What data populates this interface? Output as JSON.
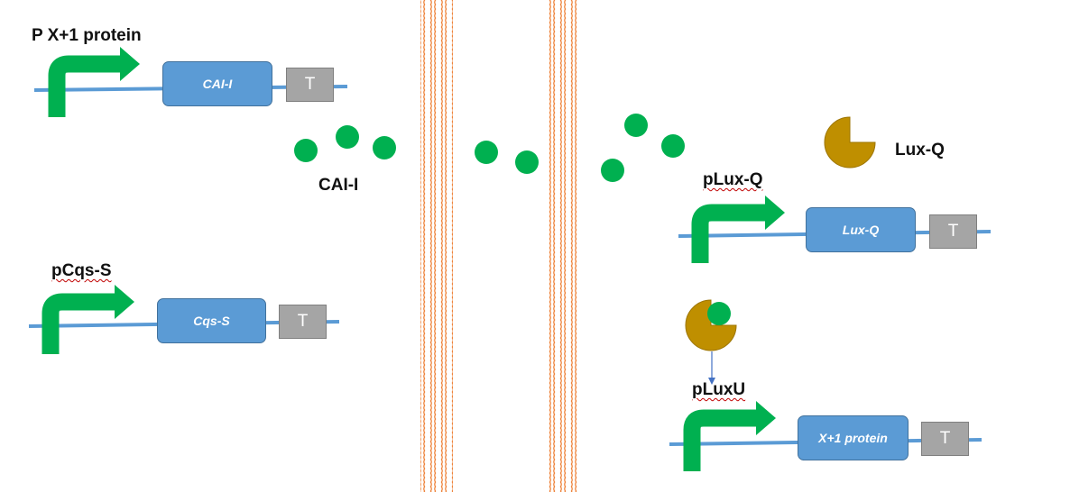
{
  "colors": {
    "dna_line": "#5b9bd5",
    "promoter_arrow": "#00b050",
    "gene_box": "#5b9bd5",
    "terminator_box": "#a5a5a5",
    "molecule": "#00b050",
    "receptor": "#bf8f00",
    "membrane": "#ed7d31",
    "label_text": "#111111"
  },
  "left": {
    "top_construct": {
      "promoter_label": "P X+1 protein",
      "gene_label": "CAI-I",
      "terminator_label": "T"
    },
    "molecule_label": "CAI-I",
    "bottom_construct": {
      "promoter_label": "pCqs-S",
      "gene_label": "Cqs-S",
      "terminator_label": "T"
    }
  },
  "right": {
    "receptor_label": "Lux-Q",
    "top_construct": {
      "promoter_label": "pLux-Q",
      "gene_label": "Lux-Q",
      "terminator_label": "T"
    },
    "bottom_construct": {
      "promoter_label": "pLuxU",
      "gene_label": "X+1 protein",
      "terminator_label": "T"
    }
  }
}
